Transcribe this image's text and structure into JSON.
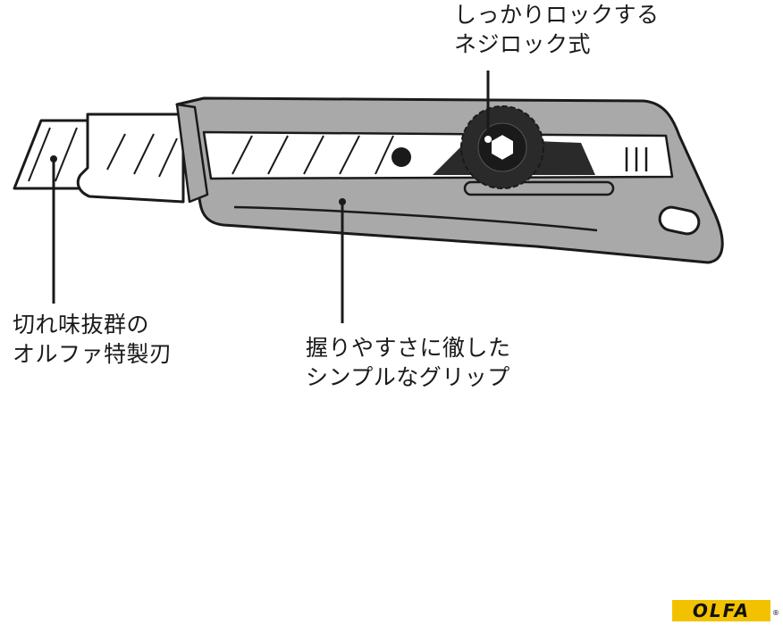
{
  "callouts": {
    "lock": {
      "line1": "しっかりロックする",
      "line2": "ネジロック式"
    },
    "blade": {
      "line1": "切れ味抜群の",
      "line2": "オルファ特製刃"
    },
    "grip": {
      "line1": "握りやすさに徹した",
      "line2": "シンプルなグリップ"
    }
  },
  "brand": {
    "logo_text": "OLFA",
    "registered_mark": "®"
  },
  "colors": {
    "body_gray": "#a9a9a9",
    "outline": "#1a1a1a",
    "knob": "#2a2a2a",
    "logo_yellow": "#f2c200"
  }
}
